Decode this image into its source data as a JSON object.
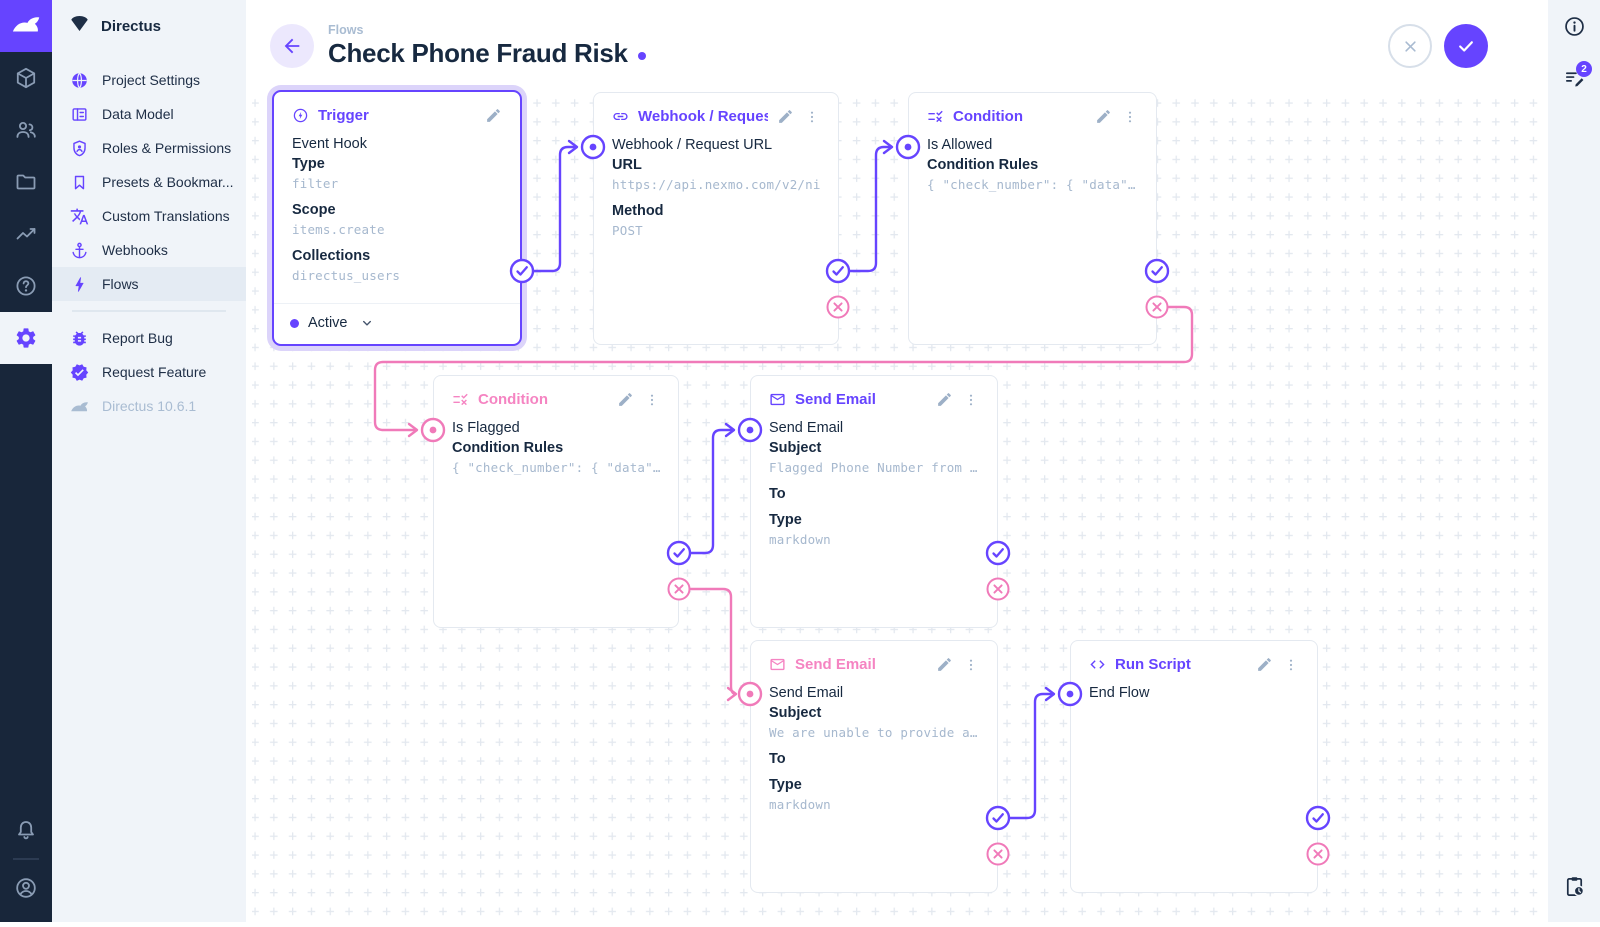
{
  "colors": {
    "accent": "#6644FF",
    "pink_line": "#F07AB9",
    "pink_text": "#F584C2",
    "dark": "#172940",
    "muted": "#A6B8CE"
  },
  "module_bar": {
    "logo_icon": "directus-rabbit-icon",
    "modules": [
      {
        "name": "content",
        "icon": "box-icon",
        "active": false
      },
      {
        "name": "users",
        "icon": "people-icon",
        "active": false
      },
      {
        "name": "files",
        "icon": "folder-icon",
        "active": false
      },
      {
        "name": "insights",
        "icon": "insights-icon",
        "active": false
      },
      {
        "name": "docs",
        "icon": "help-icon",
        "active": false
      },
      {
        "name": "settings",
        "icon": "gear-icon",
        "active": true
      }
    ],
    "bottom": [
      {
        "name": "notifications",
        "icon": "bell-icon"
      },
      {
        "name": "account",
        "icon": "account-icon"
      }
    ]
  },
  "sidebar": {
    "project_name": "Directus",
    "project_icon": "fan-icon",
    "items": [
      {
        "label": "Project Settings",
        "icon": "globe-icon",
        "active": false
      },
      {
        "label": "Data Model",
        "icon": "data-model-icon",
        "active": false
      },
      {
        "label": "Roles & Permissions",
        "icon": "shield-icon",
        "active": false
      },
      {
        "label": "Presets & Bookmar...",
        "icon": "bookmark-icon",
        "active": false
      },
      {
        "label": "Custom Translations",
        "icon": "translate-icon",
        "active": false
      },
      {
        "label": "Webhooks",
        "icon": "anchor-icon",
        "active": false
      },
      {
        "label": "Flows",
        "icon": "bolt-icon",
        "active": true
      }
    ],
    "footer_items": [
      {
        "label": "Report Bug",
        "icon": "bug-icon"
      },
      {
        "label": "Request Feature",
        "icon": "feature-icon"
      }
    ],
    "version": "Directus 10.6.1"
  },
  "header": {
    "breadcrumb": "Flows",
    "title": "Check Phone Fraud Risk"
  },
  "right_sidebar": {
    "badge_count": "2"
  },
  "flow": {
    "panels": [
      {
        "id": "trigger",
        "type_label": "Trigger",
        "icon": "trigger-icon",
        "accent": "purple",
        "name": "Event Hook",
        "has_menu": false,
        "fields": [
          {
            "label": "Type",
            "value": "filter"
          },
          {
            "label": "Scope",
            "value": "items.create"
          },
          {
            "label": "Collections",
            "value": "directus_users"
          }
        ],
        "footer_status": "Active"
      },
      {
        "id": "webhook",
        "type_label": "Webhook / Request U",
        "icon": "link-icon",
        "accent": "purple",
        "name": "Webhook / Request URL",
        "has_menu": true,
        "fields": [
          {
            "label": "URL",
            "value": "https://api.nexmo.com/v2/ni"
          },
          {
            "label": "Method",
            "value": "POST"
          }
        ]
      },
      {
        "id": "condition-allowed",
        "type_label": "Condition",
        "icon": "condition-icon",
        "accent": "purple",
        "name": "Is Allowed",
        "has_menu": true,
        "fields": [
          {
            "label": "Condition Rules",
            "value": "{ \"check_number\": { \"data\"…"
          }
        ]
      },
      {
        "id": "condition-flagged",
        "type_label": "Condition",
        "icon": "condition-icon",
        "accent": "pink",
        "name": "Is Flagged",
        "has_menu": true,
        "fields": [
          {
            "label": "Condition Rules",
            "value": "{ \"check_number\": { \"data\"…"
          }
        ]
      },
      {
        "id": "send-email-flagged",
        "type_label": "Send Email",
        "icon": "mail-icon",
        "accent": "purple",
        "name": "Send Email",
        "has_menu": true,
        "fields": [
          {
            "label": "Subject",
            "value": "Flagged Phone Number from …"
          },
          {
            "label": "To",
            "value": ""
          },
          {
            "label": "Type",
            "value": "markdown"
          }
        ]
      },
      {
        "id": "send-email-unable",
        "type_label": "Send Email",
        "icon": "mail-icon",
        "accent": "pink",
        "name": "Send Email",
        "has_menu": true,
        "fields": [
          {
            "label": "Subject",
            "value": "We are unable to provide a…"
          },
          {
            "label": "To",
            "value": ""
          },
          {
            "label": "Type",
            "value": "markdown"
          }
        ]
      },
      {
        "id": "run-script",
        "type_label": "Run Script",
        "icon": "code-icon",
        "accent": "purple",
        "name": "End Flow",
        "has_menu": true,
        "fields": []
      }
    ]
  }
}
